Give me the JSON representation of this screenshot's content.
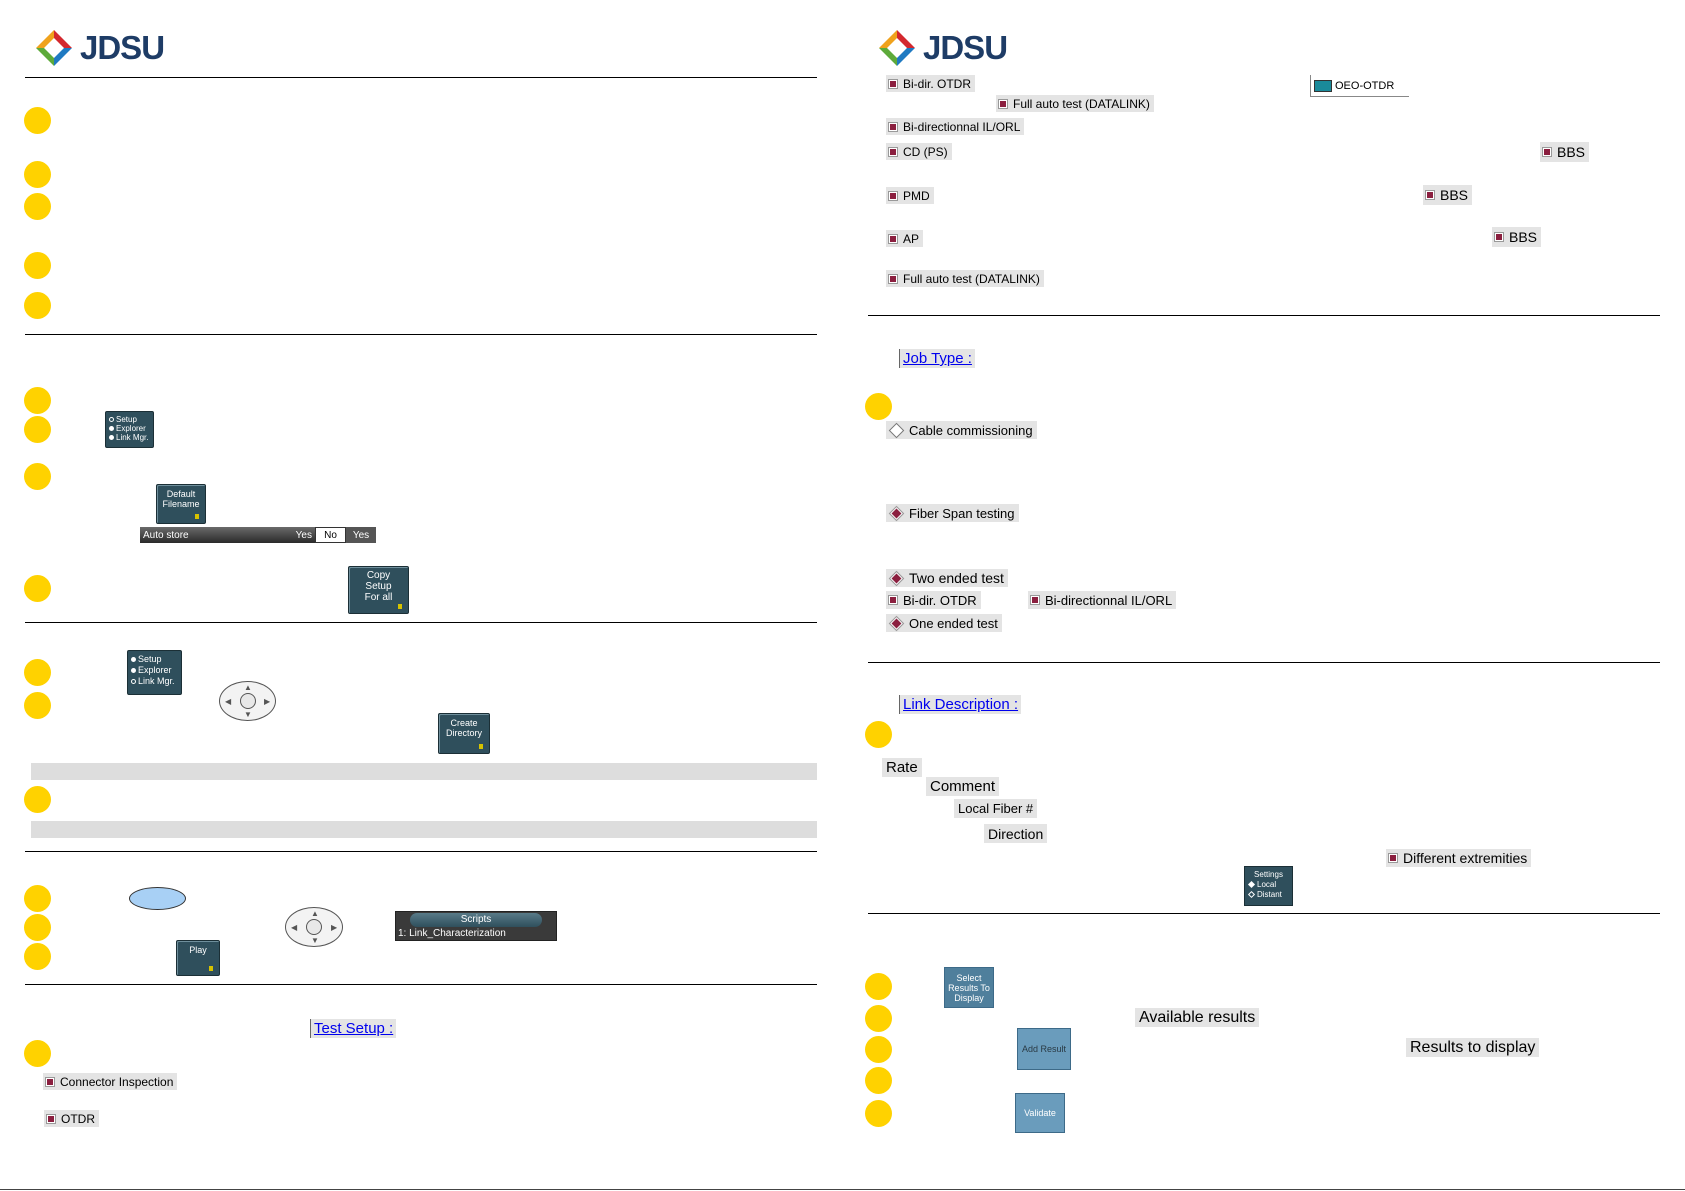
{
  "brand": {
    "name": "JDSU",
    "colors": {
      "text": "#1e3c66",
      "red": "#d4282e",
      "blue": "#1f7ac2",
      "green": "#5daa3a",
      "orange": "#f0a21c"
    }
  },
  "left": {
    "setup_menu": {
      "items": [
        "Setup",
        "Explorer",
        "Link Mgr."
      ]
    },
    "default_filename_button": "Default Filename",
    "autostore": {
      "label": "Auto store",
      "value": "Yes",
      "options": [
        "No",
        "Yes"
      ]
    },
    "copy_setup_button": "Copy Setup For all",
    "link_menu": {
      "items": [
        "Setup",
        "Explorer",
        "Link Mgr."
      ]
    },
    "create_directory_button": "Create Directory",
    "scripts": {
      "title": "Scripts",
      "item": "1: Link_Characterization"
    },
    "play_button": "Play",
    "test_setup_link": "Test Setup :",
    "connector_inspection": "Connector Inspection",
    "otdr": "OTDR"
  },
  "right": {
    "bidir_otdr": "Bi-dir. OTDR",
    "oeo_otdr": "OEO-OTDR",
    "full_auto_test_1": "Full auto test (DATALINK)",
    "bidir_ilorl": "Bi-directionnal IL/ORL",
    "cd_ps": "CD (PS)",
    "bbs": "BBS",
    "pmd": "PMD",
    "ap": "AP",
    "full_auto_test_2": "Full auto test (DATALINK)",
    "job_type_link": "Job Type :",
    "cable_commissioning": "Cable commissioning",
    "fiber_span_testing": "Fiber Span testing",
    "two_ended_test": "Two ended test",
    "bidir_otdr_2": "Bi-dir. OTDR",
    "bidir_ilorl_2": "Bi-directionnal IL/ORL",
    "one_ended_test": "One ended test",
    "link_description_link": "Link Description :",
    "rate": "Rate",
    "comment": "Comment",
    "local_fiber": "Local Fiber #",
    "direction": "Direction",
    "different_extremities": "Different extremities",
    "settings_button": {
      "title": "Settings",
      "options": [
        "Local",
        "Distant"
      ]
    },
    "select_results_button": "Select Results To Display",
    "available_results": "Available results",
    "add_result_button": "Add Result",
    "results_to_display": "Results to display",
    "validate_button": "Validate"
  }
}
